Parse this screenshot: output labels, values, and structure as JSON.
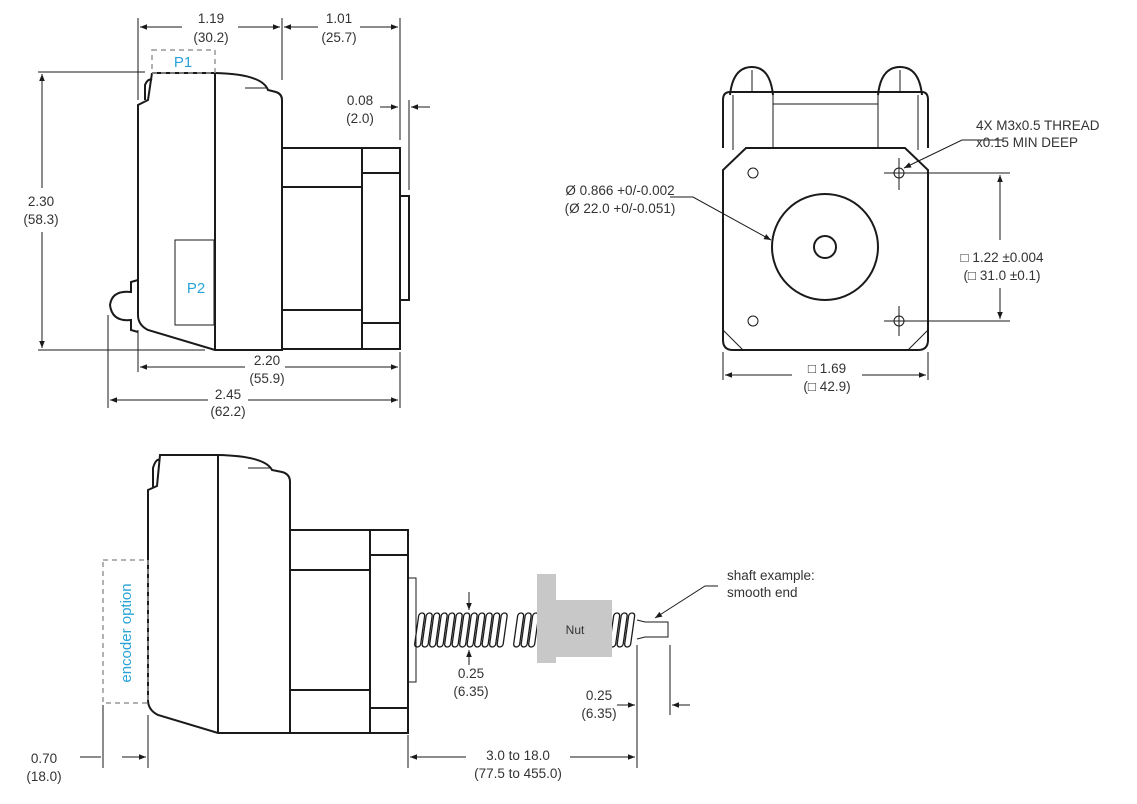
{
  "colors": {
    "line": "#1a1a1a",
    "label_accent": "#2aa3d8",
    "nut_fill": "#c8c8c8"
  },
  "side_view": {
    "p1": "P1",
    "p2": "P2",
    "dim_1_19": [
      "1.19",
      "(30.2)"
    ],
    "dim_1_01": [
      "1.01",
      "(25.7)"
    ],
    "dim_0_08": [
      "0.08",
      "(2.0)"
    ],
    "dim_2_30": [
      "2.30",
      "(58.3)"
    ],
    "dim_2_20": [
      "2.20",
      "(55.9)"
    ],
    "dim_2_45": [
      "2.45",
      "(62.2)"
    ]
  },
  "front_view": {
    "thread_note": [
      "4X M3x0.5 THREAD",
      "x0.15 MIN DEEP"
    ],
    "pilot_dia": [
      "Ø 0.866 +0/-0.002",
      "(Ø 22.0 +0/-0.051)"
    ],
    "bolt_square": [
      "□ 1.22 ±0.004",
      "(□ 31.0 ±0.1)"
    ],
    "body_square": [
      "□ 1.69",
      "(□ 42.9)"
    ]
  },
  "linear_view": {
    "encoder": "encoder option",
    "nut": "Nut",
    "shaft_note": [
      "shaft example:",
      "smooth end"
    ],
    "dim_screw_dia": [
      "0.25",
      "(6.35)"
    ],
    "dim_shaft_len": [
      "0.25",
      "(6.35)"
    ],
    "dim_stroke": [
      "3.0 to 18.0",
      "(77.5 to 455.0)"
    ],
    "dim_encoder": [
      "0.70",
      "(18.0)"
    ]
  }
}
